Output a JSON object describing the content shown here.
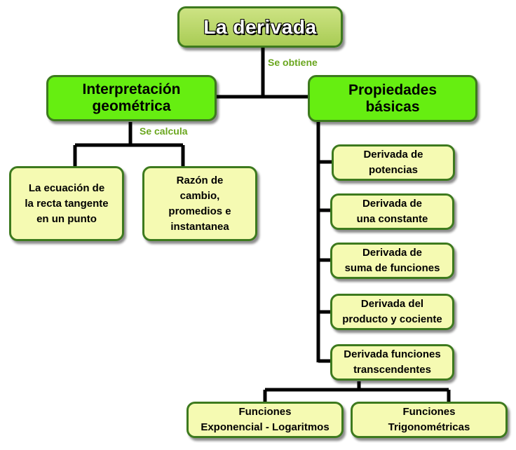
{
  "root": {
    "label": "La derivada"
  },
  "edge_labels": {
    "root_link": "Se obtiene",
    "interp_link": "Se calcula"
  },
  "interpretacion": {
    "title_line1": "Interpretación",
    "title_line2": "geométrica",
    "children": [
      {
        "lines": [
          "La ecuación de",
          "la recta tangente",
          "en un punto"
        ]
      },
      {
        "lines": [
          "Razón de",
          "cambio,",
          "promedios e",
          "instantanea"
        ]
      }
    ]
  },
  "propiedades": {
    "title_line1": "Propiedades",
    "title_line2": "básicas",
    "children": [
      {
        "lines": [
          "Derivada de",
          "potencias"
        ]
      },
      {
        "lines": [
          "Derivada de",
          "una constante"
        ]
      },
      {
        "lines": [
          "Derivada de",
          "suma de funciones"
        ]
      },
      {
        "lines": [
          "Derivada del",
          "producto y cociente"
        ]
      },
      {
        "lines": [
          "Derivada funciones",
          "transcendentes"
        ]
      }
    ]
  },
  "transcendentes": {
    "children": [
      {
        "lines": [
          "Funciones",
          "Exponencial - Logaritmos"
        ]
      },
      {
        "lines": [
          "Funciones",
          "Trigonométricas"
        ]
      }
    ]
  },
  "colors": {
    "root_fill": "#b8d66a",
    "level1_fill": "#66ee11",
    "leaf_fill": "#f5fab2",
    "border": "#3d7a1e",
    "edge_label": "#6aa61e",
    "connector": "#000000"
  }
}
